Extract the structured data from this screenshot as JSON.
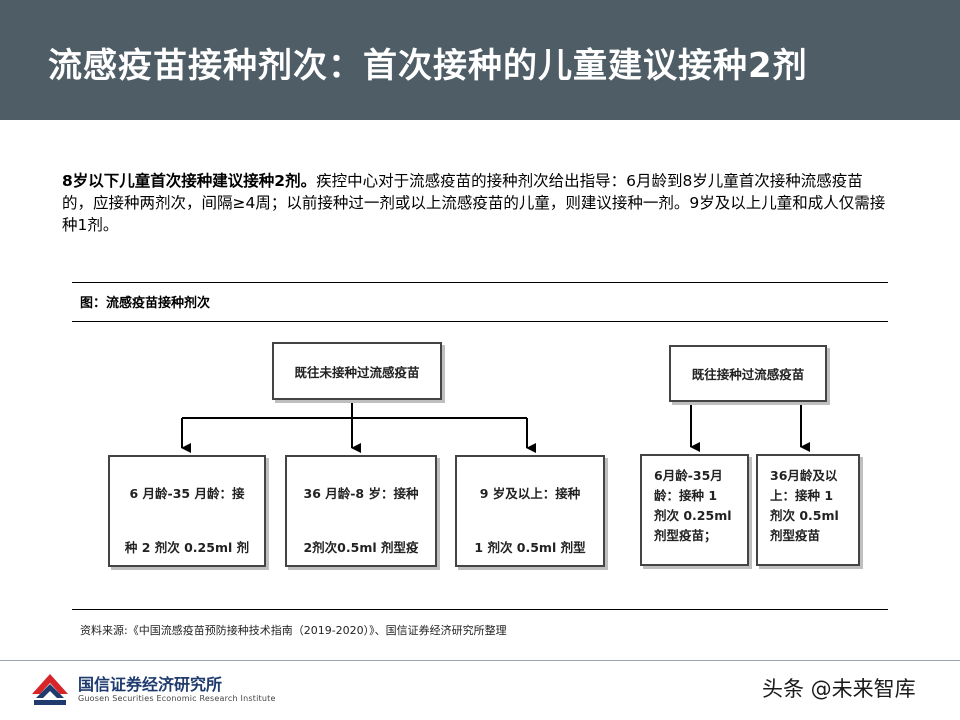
{
  "header": {
    "title": "流感疫苗接种剂次：首次接种的儿童建议接种2剂",
    "background": "#4f5d66"
  },
  "intro": {
    "lead": "8岁以下儿童首次接种建议接种2剂。",
    "body": "疾控中心对于流感疫苗的接种剂次给出指导：6月龄到8岁儿童首次接种流感疫苗的，应接种两剂次，间隔≥4周；以前接种过一剂或以上流感疫苗的儿童，则建议接种一剂。9岁及以上儿童和成人仅需接种1剂。"
  },
  "figure": {
    "caption": "图：流感疫苗接种剂次",
    "left_tree": {
      "root": "既往未接种过流感疫苗",
      "children": [
        {
          "line1": "6 月龄-35 月龄：接",
          "line2": "种 2 剂次 0.25ml 剂"
        },
        {
          "line1": "36 月龄-8 岁：接种",
          "line2": "2剂次0.5ml 剂型疫"
        },
        {
          "line1": "9 岁及以上：接种",
          "line2": "1 剂次 0.5ml 剂型"
        }
      ]
    },
    "right_tree": {
      "root": "既往接种过流感疫苗",
      "children": [
        {
          "text": "6月龄-35月\n龄：接种 1\n剂次 0.25ml\n剂型疫苗；"
        },
        {
          "text": "36月龄及以\n上：接种 1\n剂次 0.5ml\n剂型疫苗"
        }
      ]
    }
  },
  "source": "资料来源:《中国流感疫苗预防接种技术指南（2019-2020）》、国信证券经济研究所整理",
  "footer": {
    "logo_cn": "国信证券经济研究所",
    "logo_en": "Guosen Securities Economic Research Institute",
    "watermark": "头条 @未来智库"
  }
}
